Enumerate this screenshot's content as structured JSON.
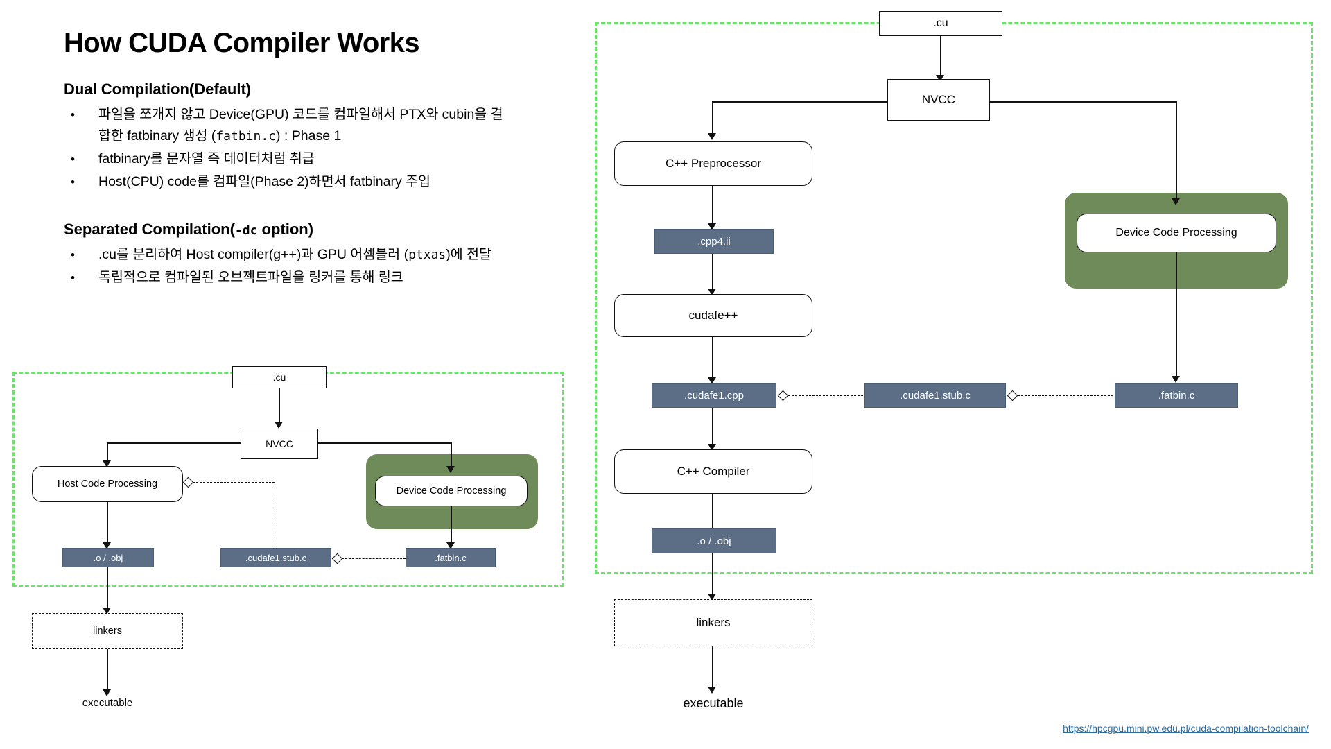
{
  "slide": {
    "title": "How CUDA Compiler Works",
    "source_url": "https://hpcgpu.mini.pw.edu.pl/cuda-compilation-toolchain/"
  },
  "sections": [
    {
      "heading": "Dual Compilation(Default)",
      "bullet_marker": "•",
      "bullets": [
        {
          "parts": [
            {
              "text": "파일을 쪼개지 않고 Device(GPU) 코드를 컴파일해서 PTX와 cubin을 결합한 fatbinary 생성 (",
              "code": false
            },
            {
              "text": "fatbin.c",
              "code": true
            },
            {
              "text": ") : Phase 1",
              "code": false
            }
          ]
        },
        {
          "parts": [
            {
              "text": "fatbinary를 문자열 즉 데이터처럼 취급",
              "code": false
            }
          ]
        },
        {
          "parts": [
            {
              "text": "Host(CPU) code를 컴파일(Phase 2)하면서 fatbinary 주입",
              "code": false
            }
          ]
        }
      ]
    },
    {
      "heading_parts": [
        {
          "text": "Separated Compilation(",
          "code": false
        },
        {
          "text": "-dc",
          "code": true
        },
        {
          "text": " option)",
          "code": false
        }
      ],
      "heading": "Separated Compilation(-dc  option)",
      "bullet_marker": "•",
      "bullets": [
        {
          "parts": [
            {
              "text": ".cu를 분리하여 Host compiler(g++)과 GPU 어셈블러 (",
              "code": false
            },
            {
              "text": "ptxas",
              "code": true
            },
            {
              "text": ")에 전달",
              "code": false
            }
          ]
        },
        {
          "parts": [
            {
              "text": "독립적으로 컴파일된 오브젝트파일을 링커를 통해 링크",
              "code": false
            }
          ]
        }
      ]
    }
  ],
  "diagram_left": {
    "name": "separated-compilation-diagram",
    "nodes": {
      "cu": ".cu",
      "nvcc": "NVCC",
      "host_code_processing": "Host Code Processing",
      "device_code_processing": "Device Code Processing",
      "obj": ".o / .obj",
      "cudafe1_stub": ".cudafe1.stub.c",
      "fatbin": ".fatbin.c",
      "linkers": "linkers",
      "executable": "executable"
    }
  },
  "diagram_right": {
    "name": "dual-compilation-diagram",
    "nodes": {
      "cu": ".cu",
      "nvcc": "NVCC",
      "cpp_preprocessor": "C++ Preprocessor",
      "cpp4_ii": ".cpp4.ii",
      "cudafe_pp": "cudafe++",
      "cudafe1_cpp": ".cudafe1.cpp",
      "cpp_compiler": "C++ Compiler",
      "obj": ".o / .obj",
      "cudafe1_stub": ".cudafe1.stub.c",
      "fatbin": ".fatbin.c",
      "device_code_processing": "Device Code Processing",
      "linkers": "linkers",
      "executable": "executable"
    }
  },
  "colors": {
    "file_node_bg": "#5b6e86",
    "green_panel": "#6f8b5a",
    "green_dash": "#6ee06e",
    "link": "#2d6ca2"
  }
}
